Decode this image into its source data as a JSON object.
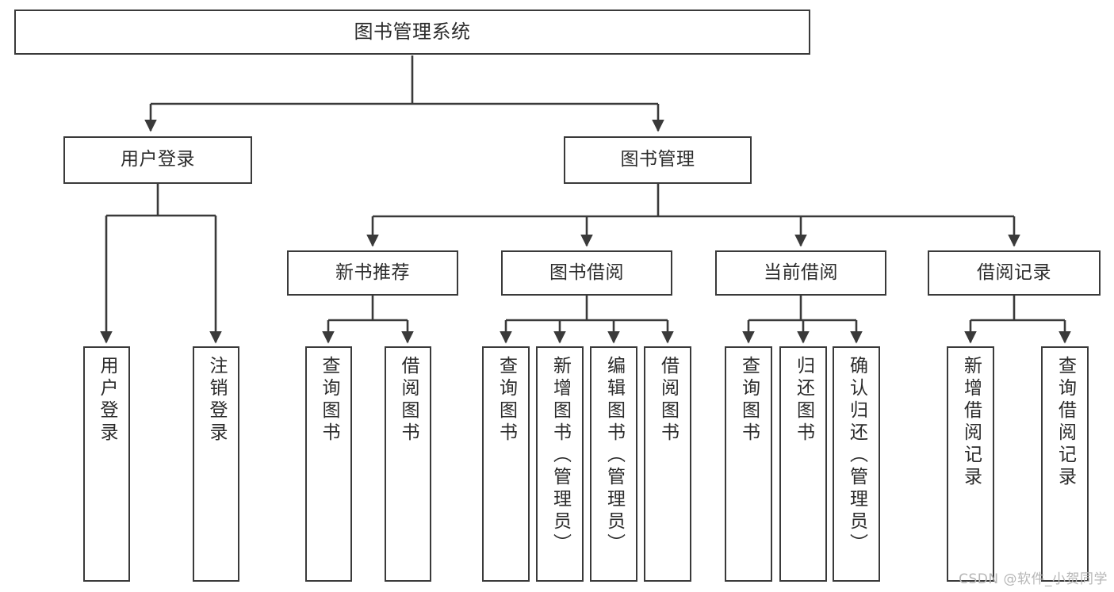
{
  "diagram": {
    "title": "图书管理系统",
    "type": "tree-hierarchy-chart",
    "watermark": "CSDN @软件_小贺同学",
    "colors": {
      "stroke": "#3a3a3a",
      "box_fill": "#ffffff",
      "text": "#2b2b2b",
      "watermark": "#b6b6b6",
      "background": "#ffffff"
    },
    "nodes": {
      "root": {
        "label": "图书管理系统"
      },
      "level2": [
        {
          "label": "用户登录"
        },
        {
          "label": "图书管理"
        }
      ],
      "level3": [
        {
          "label": "新书推荐"
        },
        {
          "label": "图书借阅"
        },
        {
          "label": "当前借阅"
        },
        {
          "label": "借阅记录"
        }
      ],
      "leaves_user_login": [
        {
          "label": "用户登录"
        },
        {
          "label": "注销登录"
        }
      ],
      "leaves_new_book": [
        {
          "label": "查询图书"
        },
        {
          "label": "借阅图书"
        }
      ],
      "leaves_borrow": [
        {
          "label": "查询图书"
        },
        {
          "label": "新增图书（管理员）"
        },
        {
          "label": "编辑图书（管理员）"
        },
        {
          "label": "借阅图书"
        }
      ],
      "leaves_current": [
        {
          "label": "查询图书"
        },
        {
          "label": "归还图书"
        },
        {
          "label": "确认归还（管理员）"
        }
      ],
      "leaves_records": [
        {
          "label": "新增借阅记录"
        },
        {
          "label": "查询借阅记录"
        }
      ]
    }
  }
}
